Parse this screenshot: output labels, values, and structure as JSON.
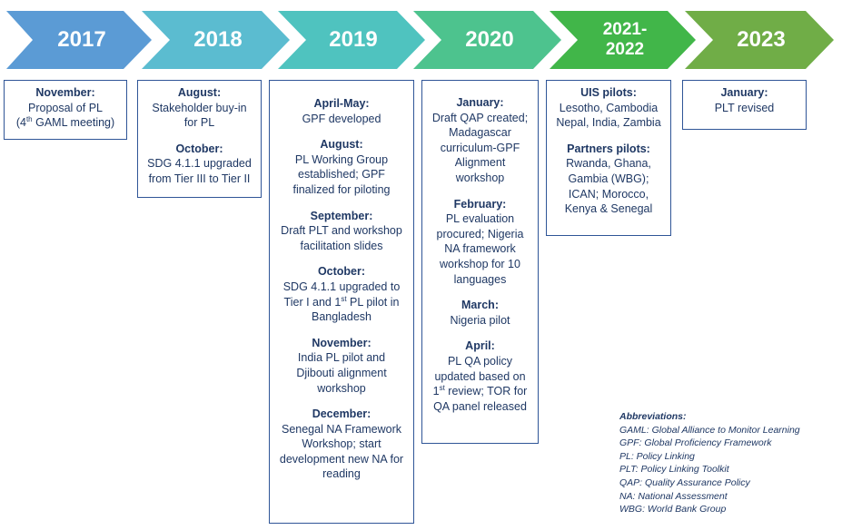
{
  "colors": {
    "text": "#1f3864",
    "border": "#2f5597",
    "arrow_2017": "#5b9bd5",
    "arrow_2018": "#5bbcd0",
    "arrow_2019": "#4fc3bf",
    "arrow_2020": "#4dc38e",
    "arrow_2021": "#41b649",
    "arrow_2023": "#70ad47"
  },
  "years": [
    "2017",
    "2018",
    "2019",
    "2020",
    "2021-\n2022",
    "2023"
  ],
  "boxes": {
    "y2017": [
      {
        "head": "November:",
        "body_pre": "Proposal of PL\n(4",
        "sup": "th",
        "body_post": " GAML meeting)"
      }
    ],
    "y2018": [
      {
        "head": "August:",
        "body": "Stakeholder buy-in\nfor PL"
      },
      {
        "head": "October:",
        "body": "SDG 4.1.1 upgraded\nfrom Tier III to Tier II"
      }
    ],
    "y2019": [
      {
        "head": "April-May:",
        "body": "GPF developed"
      },
      {
        "head": "August:",
        "body": "PL Working Group\nestablished; GPF\nfinalized for piloting"
      },
      {
        "head": "September:",
        "body": "Draft PLT and workshop\nfacilitation slides"
      },
      {
        "head": "October:",
        "body_pre": "SDG 4.1.1 upgraded to\nTier I and 1",
        "sup": "st",
        "body_post": " PL pilot in\nBangladesh"
      },
      {
        "head": "November:",
        "body": "India PL pilot and\nDjibouti alignment\nworkshop"
      },
      {
        "head": "December:",
        "body": "Senegal NA Framework\nWorkshop; start\ndevelopment new NA for\nreading"
      }
    ],
    "y2020": [
      {
        "head": "January:",
        "body": "Draft QAP created;\nMadagascar\ncurriculum-GPF\nAlignment\nworkshop"
      },
      {
        "head": "February:",
        "body": "PL evaluation\nprocured; Nigeria\nNA framework\nworkshop for 10\nlanguages"
      },
      {
        "head": "March:",
        "body": "Nigeria pilot"
      },
      {
        "head": "April:",
        "body_pre": "PL QA policy\nupdated based on\n1",
        "sup": "st",
        "body_post": " review; TOR for\nQA panel released"
      }
    ],
    "y2021": [
      {
        "head": "UIS pilots:",
        "body": "Lesotho, Cambodia\nNepal, India, Zambia"
      },
      {
        "head": "Partners pilots:",
        "body": "Rwanda, Ghana,\nGambia (WBG);\nICAN; Morocco,\nKenya & Senegal"
      }
    ],
    "y2023": [
      {
        "head": "January:",
        "body": "PLT revised"
      }
    ]
  },
  "abbreviations": {
    "title": "Abbreviations:",
    "items": [
      "GAML: Global Alliance to Monitor Learning",
      "GPF: Global Proficiency Framework",
      "PL: Policy Linking",
      "PLT: Policy Linking Toolkit",
      "QAP: Quality Assurance Policy",
      "NA: National Assessment",
      "WBG: World Bank Group"
    ]
  }
}
